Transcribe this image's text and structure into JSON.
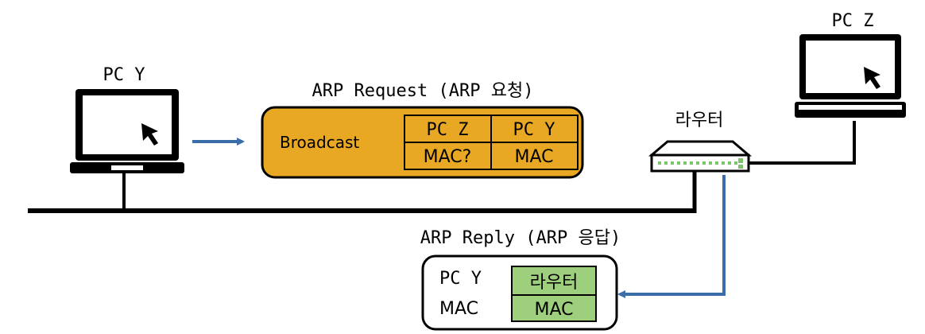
{
  "pc_y": {
    "label": "PC Y"
  },
  "pc_z": {
    "label": "PC Z"
  },
  "router": {
    "label": "라우터"
  },
  "arp_request": {
    "title": "ARP Request (ARP 요청)",
    "broadcast_label": "Broadcast",
    "cells": [
      "PC Z",
      "PC Y",
      "MAC?",
      "MAC"
    ],
    "fill_color": "#e8a824"
  },
  "arp_reply": {
    "title": "ARP Reply (ARP 응답)",
    "row_labels": [
      "PC Y",
      "MAC"
    ],
    "cells": [
      "라우터",
      "MAC"
    ],
    "cell_color": "#9ecf7d"
  },
  "colors": {
    "arrow": "#3a6ea8",
    "line": "#000000"
  }
}
